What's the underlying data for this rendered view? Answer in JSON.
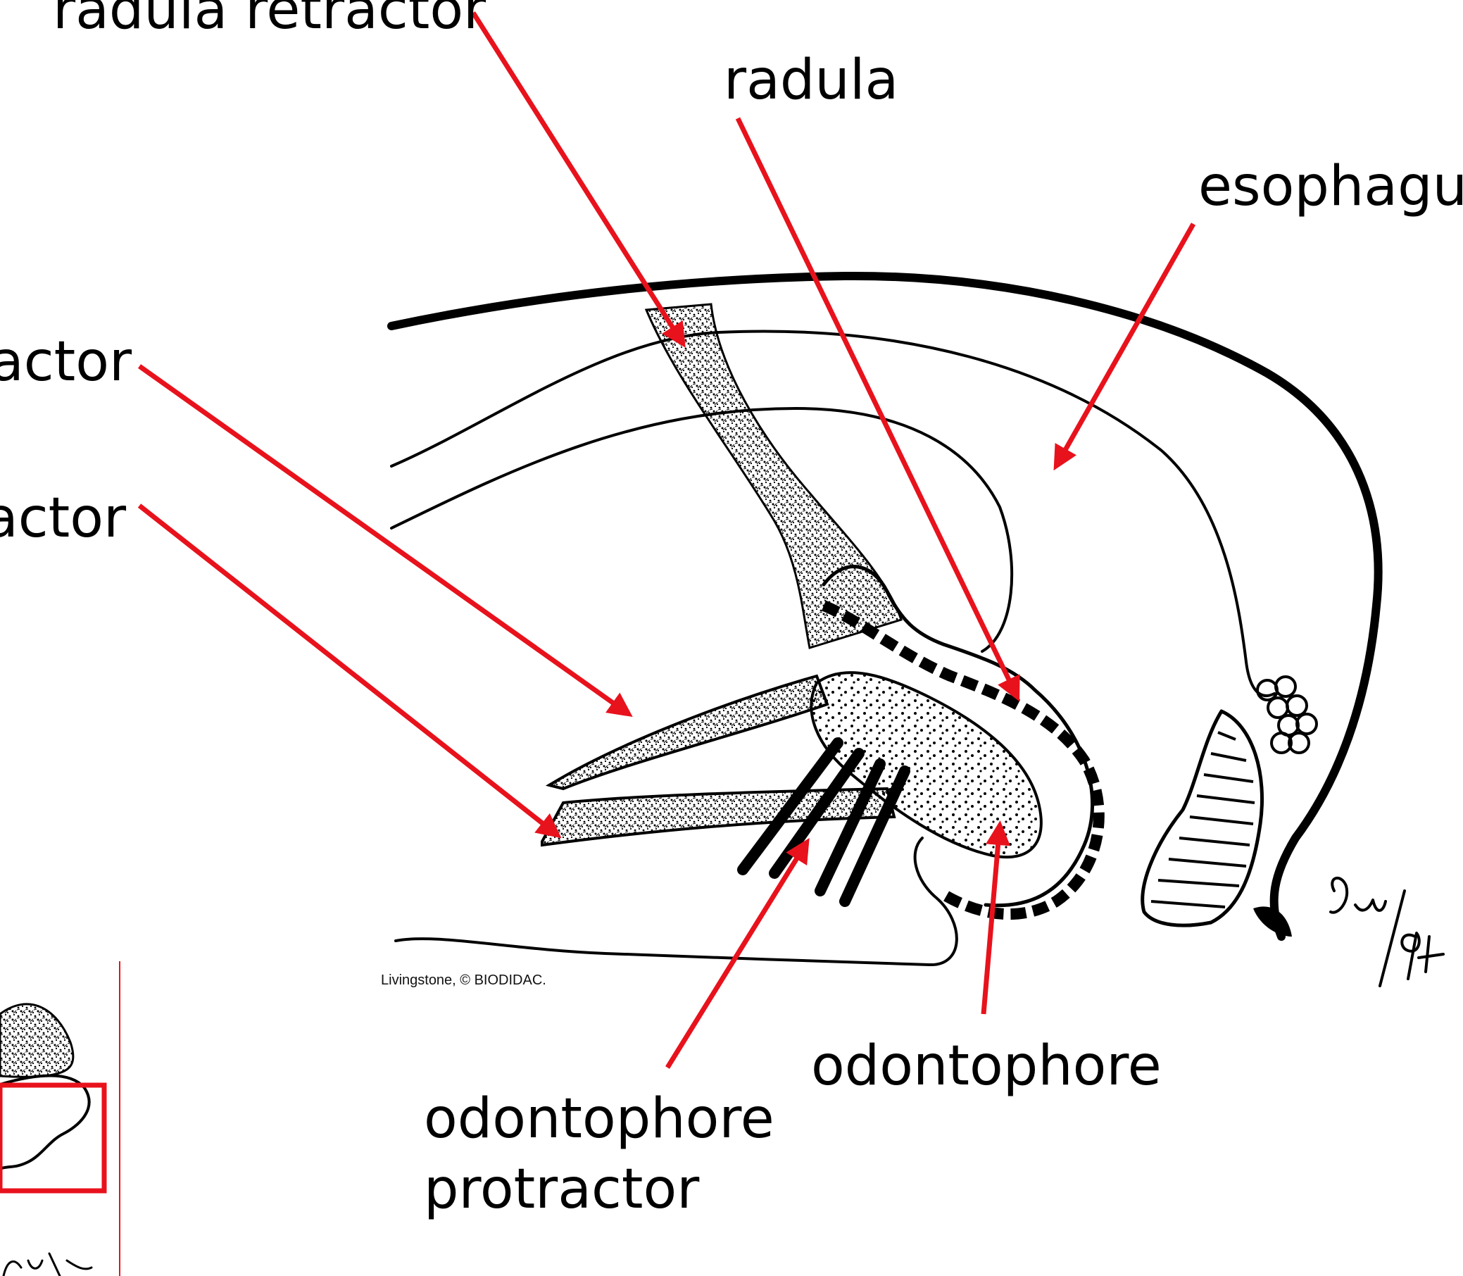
{
  "labels": {
    "radula_retractor": "radula retractor",
    "radula": "radula",
    "esophagus": "esophagus",
    "retractor_upper": "actor",
    "retractor_lower": "actor",
    "odontophore_protractor_line1": "odontophore",
    "odontophore_protractor_line2": "protractor",
    "odontophore": "odontophore"
  },
  "credit": "Livingstone, © BIODIDAC.",
  "signature": "Guy/94",
  "colors": {
    "arrow": "#e8121c",
    "ink": "#000000",
    "inset_box": "#e8121c",
    "background": "#ffffff"
  }
}
